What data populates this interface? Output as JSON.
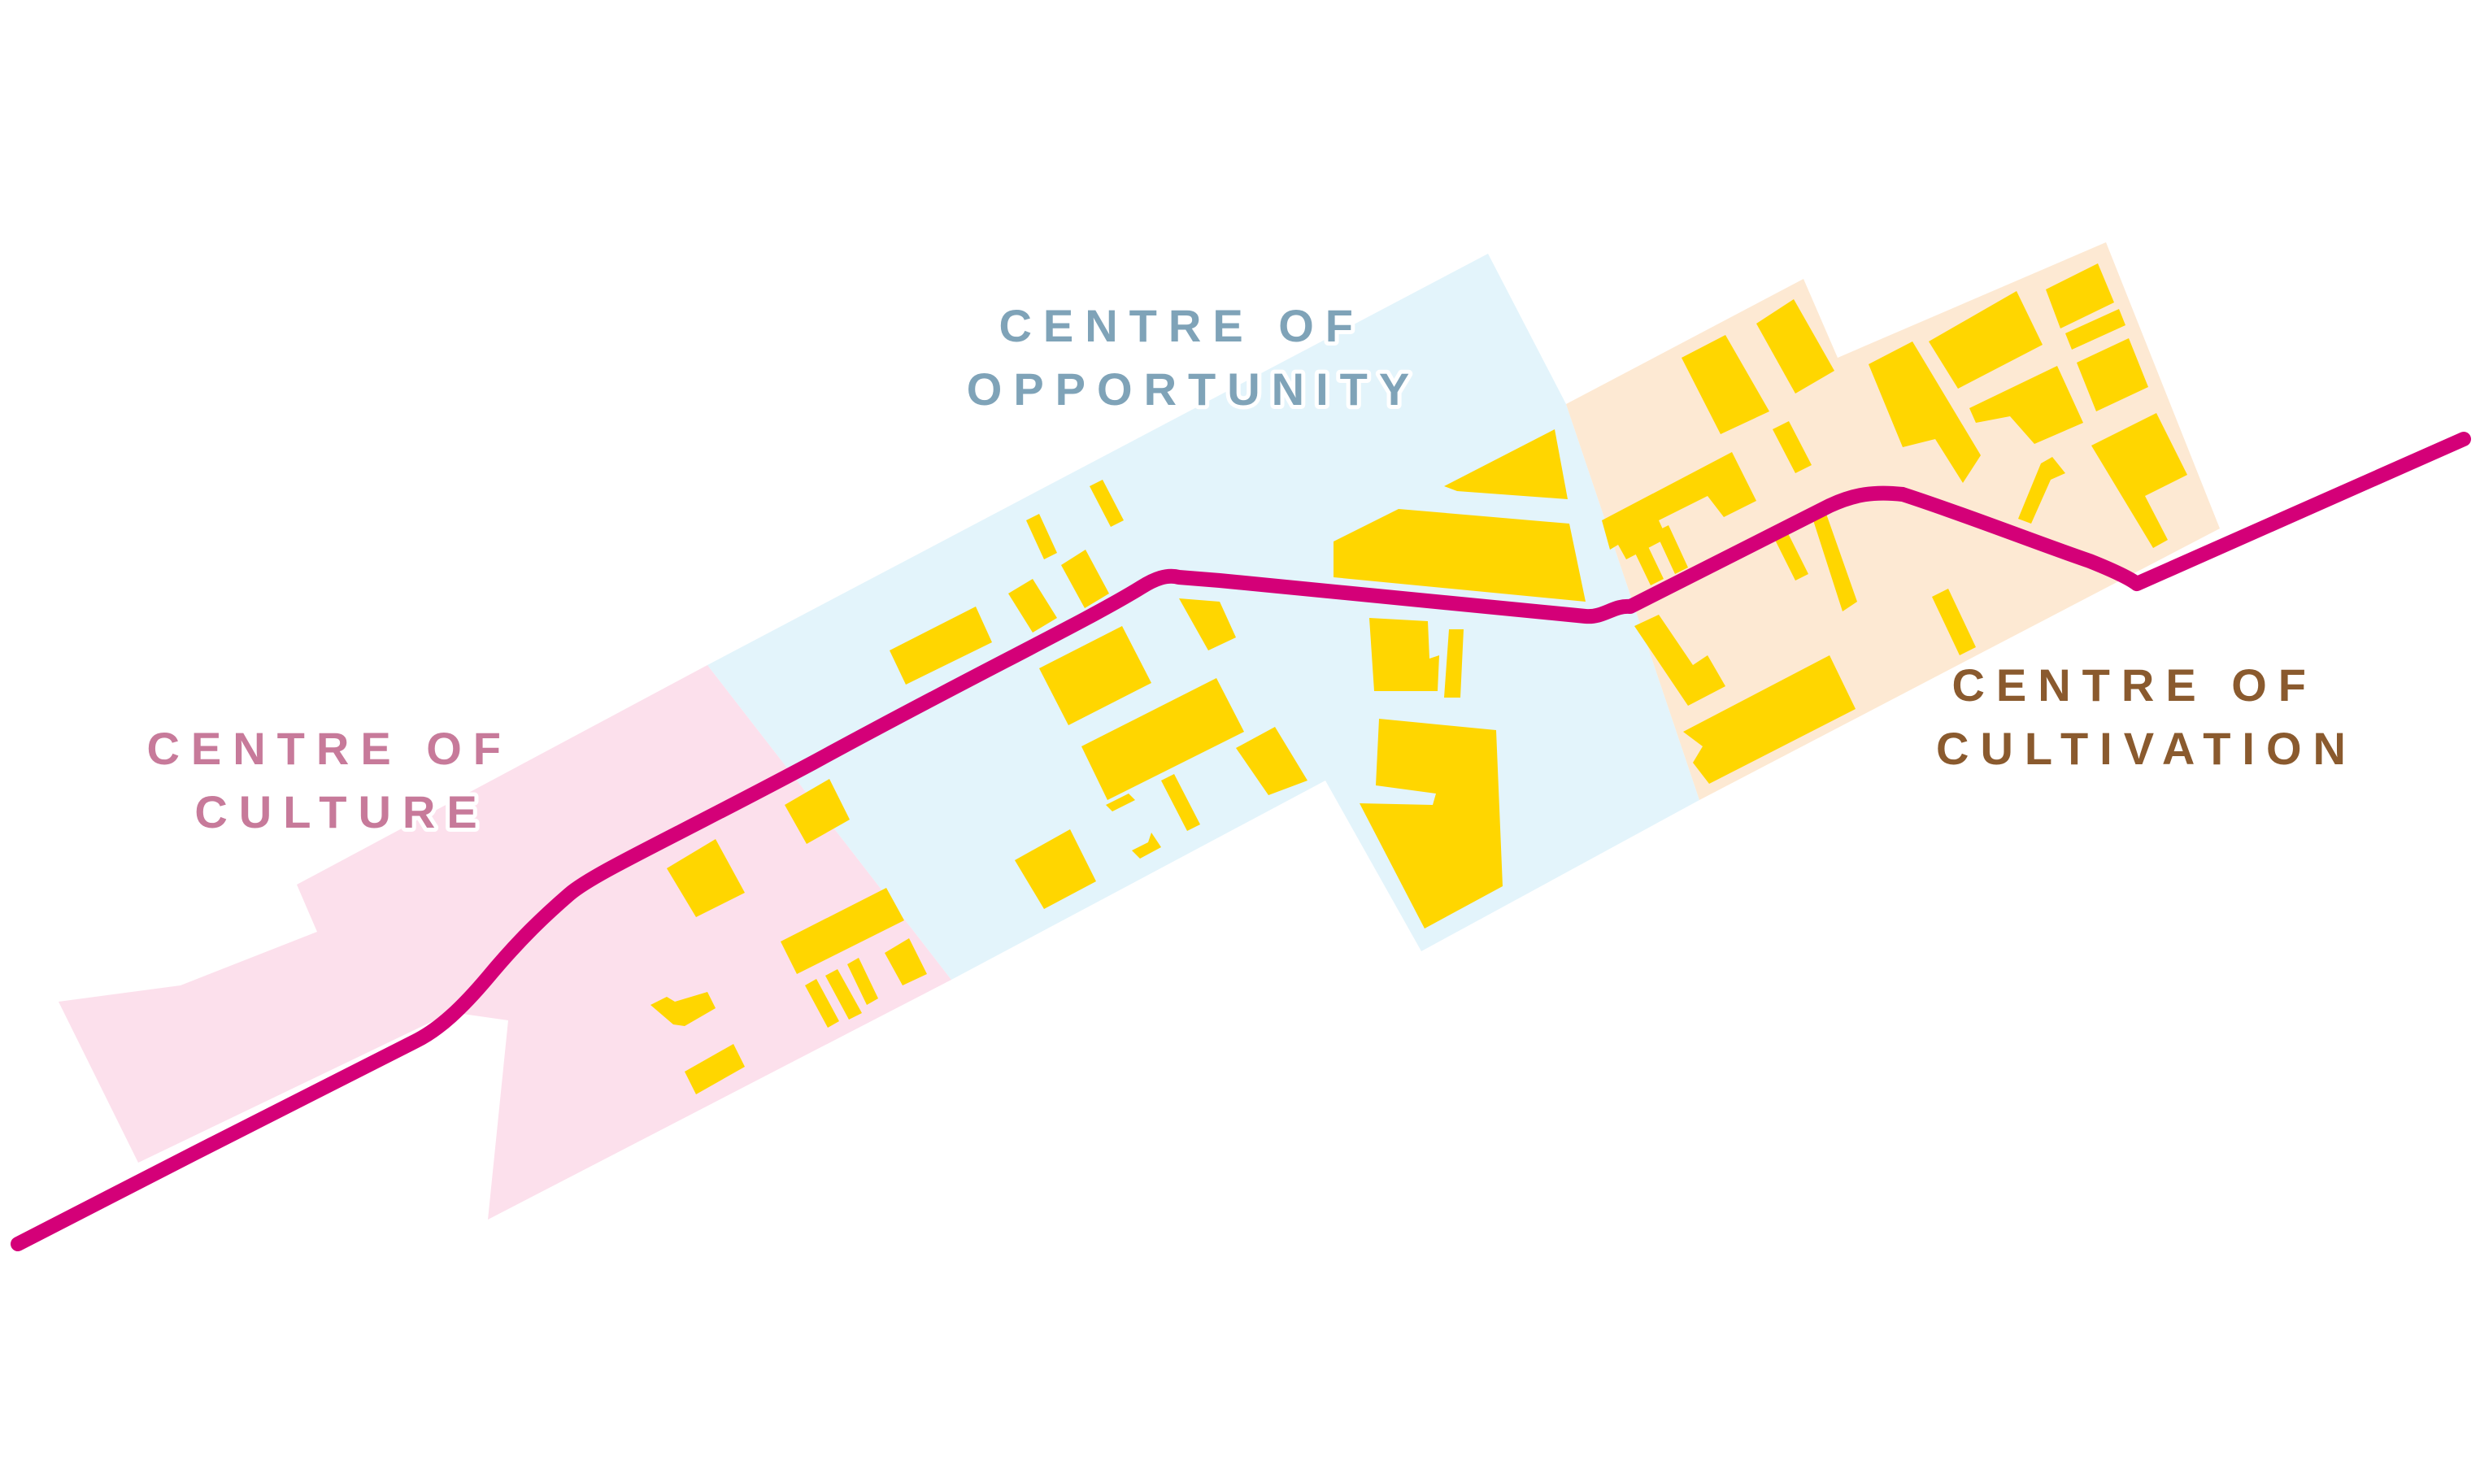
{
  "colors": {
    "background": "#ffffff",
    "culture_zone": "#fce0ec",
    "opportunity_zone": "#e3f4fb",
    "cultivation_zone": "#fde9d3",
    "buildings": "#ffd600",
    "route": "#d40078",
    "culture_text": "#c77a9a",
    "opportunity_text": "#7fa3b8",
    "cultivation_text": "#8a5a2e"
  },
  "zones": {
    "culture": {
      "label_line1": "CENTRE OF",
      "label_line2": "CULTURE"
    },
    "opportunity": {
      "label_line1": "CENTRE OF",
      "label_line2": "OPPORTUNITY"
    },
    "cultivation": {
      "label_line1": "CENTRE OF",
      "label_line2": "CULTIVATION"
    }
  },
  "icons": {
    "route": "route-line",
    "building": "building-footprint"
  }
}
